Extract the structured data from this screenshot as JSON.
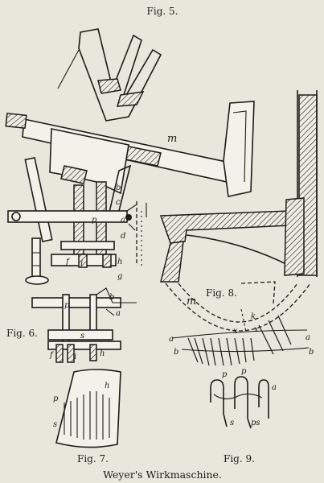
{
  "figures": {
    "fig5": {
      "title": "Fig. 5.",
      "labels": {
        "m": "m",
        "b": "b",
        "c": "c",
        "p": "p",
        "a": "a",
        "d": "d",
        "f": "f",
        "i": "i",
        "h": "h",
        "g": "g"
      }
    },
    "fig6": {
      "title": "Fig. 6.",
      "labels": {
        "p": "p",
        "b": "b",
        "a": "a",
        "s": "s",
        "f": "f",
        "i": "i",
        "h": "h"
      }
    },
    "fig7": {
      "title": "Fig. 7.",
      "labels": {
        "h": "h",
        "p": "p",
        "s": "s"
      }
    },
    "fig8": {
      "title": "Fig. 8.",
      "labels": {
        "m": "m",
        "k": "k",
        "x1": "x",
        "x2": "x",
        "a_left": "a",
        "b_left": "b",
        "a_right": "a",
        "b_right": "b"
      }
    },
    "fig9": {
      "title": "Fig. 9.",
      "labels": {
        "p1": "p",
        "p2": "p",
        "a": "a",
        "s": "s",
        "ps": "ps"
      }
    }
  },
  "caption": "Weyer's Wirkmaschine."
}
